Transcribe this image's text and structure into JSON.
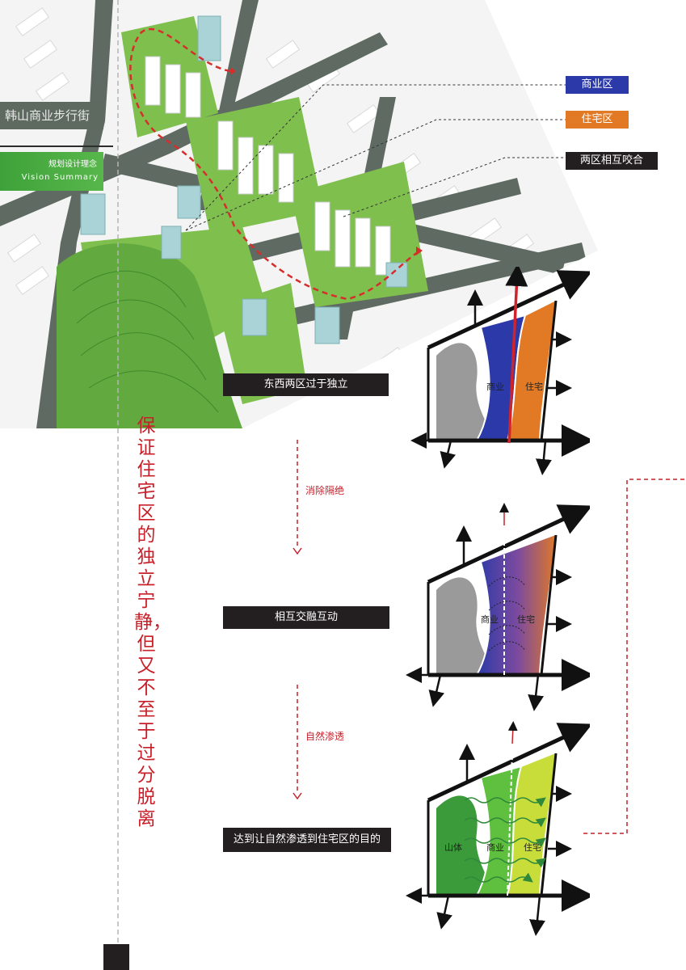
{
  "title": {
    "text": "韩山商业步行街"
  },
  "section": {
    "cn": "规划设计理念",
    "en": "Vision Summary"
  },
  "legend": [
    {
      "label": "商业区",
      "color": "#2b3aa8"
    },
    {
      "label": "住宅区",
      "color": "#e27a25"
    },
    {
      "label": "两区相互咬合",
      "color": "#231f20"
    }
  ],
  "vertical_slogan": "保证住宅区的独立宁静，但又不至于过分脱离",
  "steps": [
    {
      "label": "东西两区过于独立",
      "zones": [
        "商业",
        "住宅"
      ]
    },
    {
      "label": "相互交融互动",
      "zones": [
        "商业",
        "住宅"
      ]
    },
    {
      "label": "达到让自然渗透到住宅区的目的",
      "zones": [
        "山体",
        "商业",
        "住宅"
      ]
    }
  ],
  "transitions": [
    "消除隔绝",
    "自然渗透"
  ],
  "colors": {
    "commercial": "#2b3aa8",
    "residential": "#e27a25",
    "mountain_gray": "#9a9a9a",
    "mountain_green": "#3b9a3a",
    "commercial_green": "#5fbf3f",
    "residential_green": "#c8dc3a",
    "accent_red": "#c8202a"
  }
}
